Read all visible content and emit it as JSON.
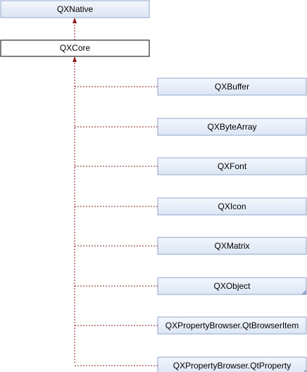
{
  "diagram": {
    "base_class": {
      "label": "QXNative"
    },
    "main_class": {
      "label": "QXCore"
    },
    "derived_classes": [
      {
        "label": "QXBuffer",
        "corner_marker": false
      },
      {
        "label": "QXByteArray",
        "corner_marker": false
      },
      {
        "label": "QXFont",
        "corner_marker": false
      },
      {
        "label": "QXIcon",
        "corner_marker": false
      },
      {
        "label": "QXMatrix",
        "corner_marker": false
      },
      {
        "label": "QXObject",
        "corner_marker": true
      },
      {
        "label": "QXPropertyBrowser.QtBrowserItem",
        "corner_marker": false
      },
      {
        "label": "QXPropertyBrowser.QtProperty",
        "corner_marker": true
      }
    ],
    "colors": {
      "node_fill_top": "#f3f6fc",
      "node_fill_bottom": "#dce5f4",
      "node_border": "#8fa6cc",
      "main_fill": "#ffffff",
      "main_border": "#000000",
      "edge": "#8b1a1a",
      "corner_marker": "#8fa6cc"
    }
  }
}
